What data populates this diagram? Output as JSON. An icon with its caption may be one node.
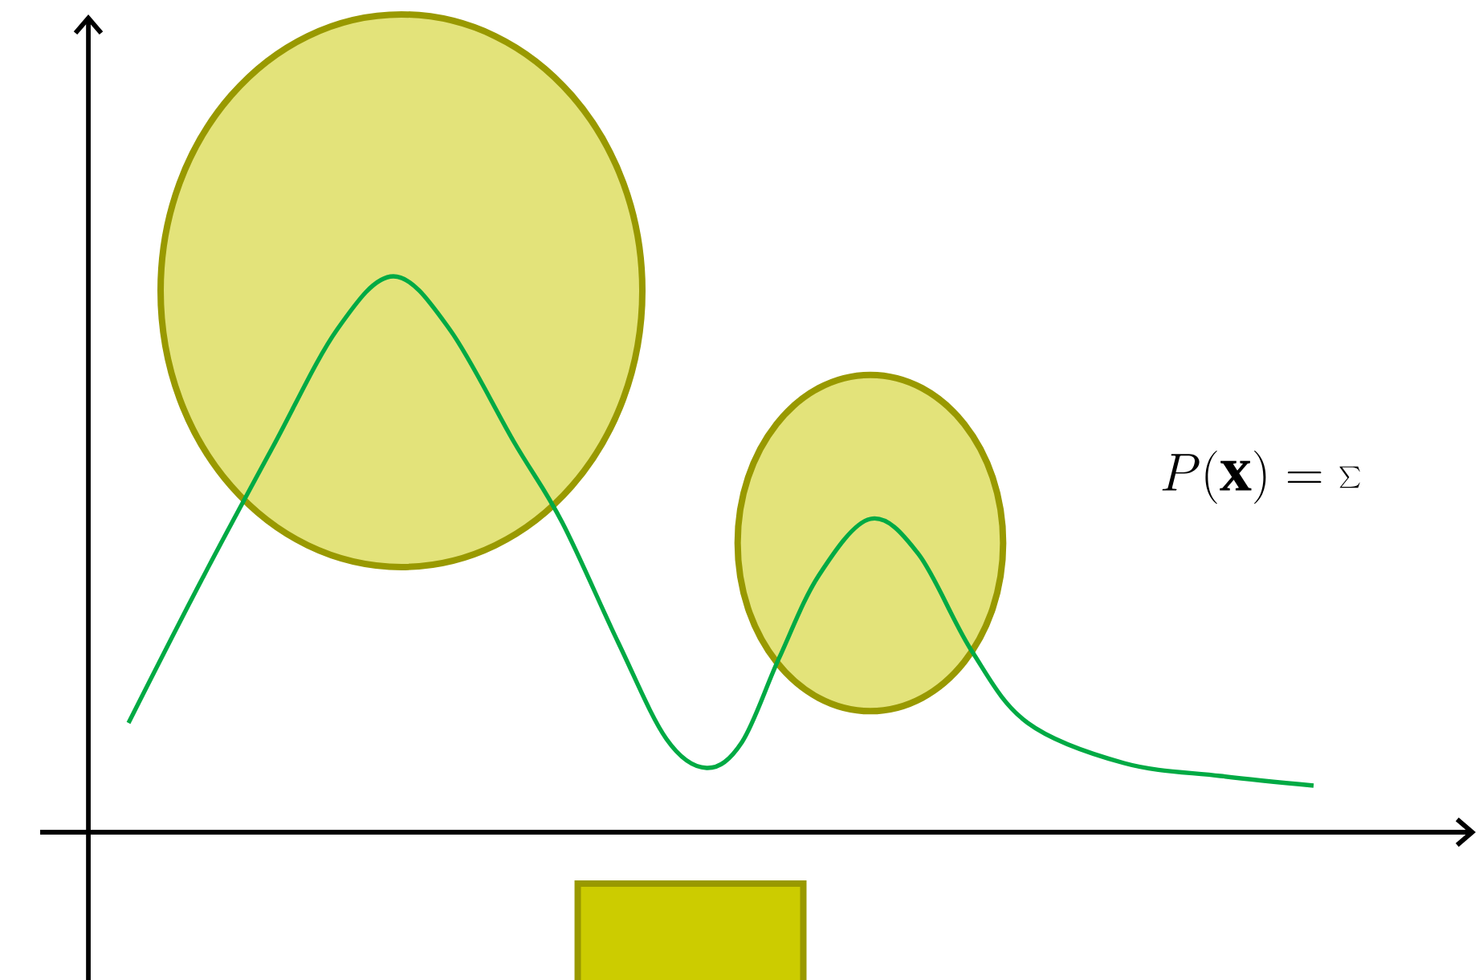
{
  "diagram": {
    "nodes": [
      {
        "text": [],
        "shape": "ellipse"
      },
      {
        "text": [],
        "shape": "ellipse"
      },
      {
        "text": [],
        "shape": "triangle"
      }
    ],
    "labels": [
      "P(\\mathbf{x}) = \\sum"
    ]
  }
}
